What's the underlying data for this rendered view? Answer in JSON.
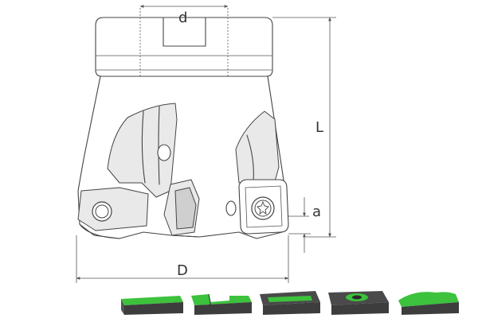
{
  "labels": {
    "d": "d",
    "L": "L",
    "a": "a",
    "D": "D"
  },
  "colors": {
    "outline": "#444444",
    "insert_face": "#3cc23c",
    "insert_body": "#3d3d3d"
  },
  "legend_icons": [
    "flat-insert-icon",
    "stepped-insert-icon",
    "slotted-insert-icon",
    "round-hole-insert-icon",
    "profile-insert-icon"
  ]
}
